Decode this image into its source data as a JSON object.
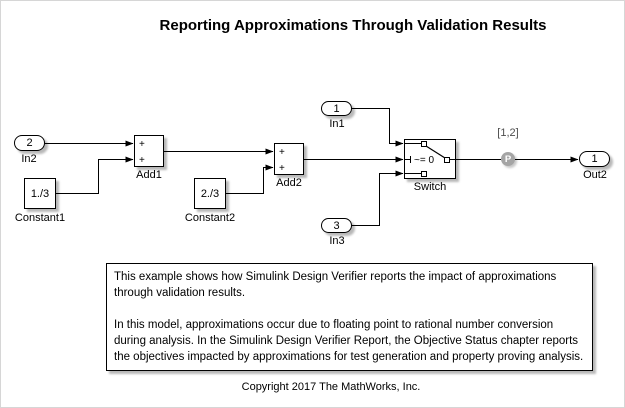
{
  "title": "Reporting Approximations Through Validation Results",
  "diagram": {
    "inports": {
      "in2": {
        "port": "2",
        "label": "In2"
      },
      "in1": {
        "port": "1",
        "label": "In1"
      },
      "in3": {
        "port": "3",
        "label": "In3"
      }
    },
    "outport": {
      "port": "1",
      "label": "Out2"
    },
    "constants": {
      "constant1": {
        "value": "1./3",
        "label": "Constant1"
      },
      "constant2": {
        "value": "2./3",
        "label": "Constant2"
      }
    },
    "sums": {
      "add1": {
        "label": "Add1",
        "sign1": "+",
        "sign2": "+"
      },
      "add2": {
        "label": "Add2",
        "sign1": "+",
        "sign2": "+"
      }
    },
    "switch": {
      "label": "Switch",
      "criteria": "~= 0"
    },
    "proof_objective": {
      "letter": "P",
      "annotation": "[1,2]"
    }
  },
  "description_box": {
    "paragraph1": "This example shows how Simulink Design Verifier reports the impact of approximations through validation results.",
    "paragraph2": "In this model, approximations occur due to floating point to rational number conversion during analysis. In the Simulink Design Verifier Report, the Objective Status chapter reports the objectives impacted by approximations for test generation and property proving analysis."
  },
  "footer": {
    "copyright": "Copyright 2017 The MathWorks, Inc."
  },
  "colors": {
    "background": "#ffffff",
    "block_fill": "#ffffff",
    "block_border": "#000000",
    "wire": "#000000",
    "shadow": "#b0b0b0",
    "proof_circle_fill": "#a5a5a5",
    "proof_letter": "#ffffff",
    "annotation_gray": "#4d4d4d"
  }
}
